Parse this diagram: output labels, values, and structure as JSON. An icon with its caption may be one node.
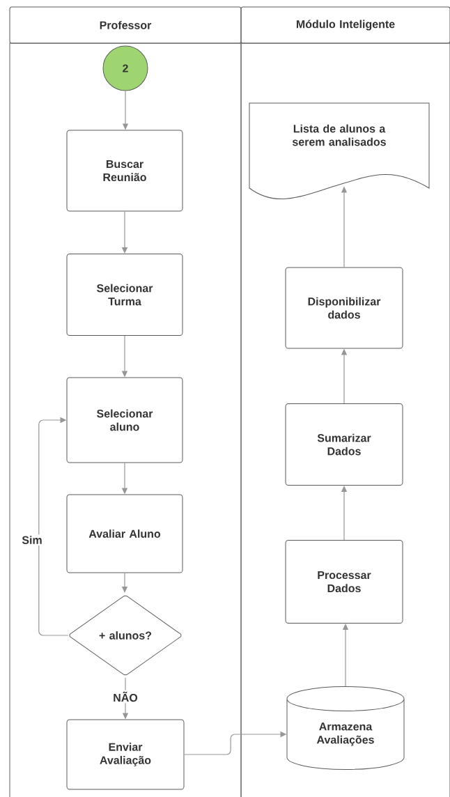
{
  "diagram": {
    "nodes": [
      {
        "text": [
          "Professor"
        ]
      },
      {
        "text": [
          "Módulo Inteligente"
        ]
      },
      {
        "text": [
          "2"
        ],
        "in": 0
      },
      {
        "text": [
          "Buscar Reunião"
        ],
        "in": 0
      },
      {
        "text": [
          "Selecionar Turma"
        ],
        "in": 0
      },
      {
        "text": [
          "Selecionar aluno"
        ],
        "in": 0
      },
      {
        "text": [
          "Avaliar Aluno"
        ],
        "in": 0
      },
      {
        "text": [
          "+ alunos?"
        ],
        "in": 0
      },
      {
        "text": [
          "Enviar Avaliação"
        ],
        "in": 0
      },
      {
        "text": [
          "Lista de alunos a serem analisados"
        ],
        "in": 1
      },
      {
        "text": [
          "Disponibilizar dados"
        ],
        "in": 1
      },
      {
        "text": [
          "Sumarizar Dados"
        ],
        "in": 1
      },
      {
        "text": [
          "Processar Dados"
        ],
        "in": 1
      },
      {
        "text": [
          "Armazena Avaliações"
        ],
        "in": 1
      }
    ],
    "edges": [
      {
        "from": 2,
        "to": 3,
        "arrow": "to"
      },
      {
        "from": 3,
        "to": 4,
        "arrow": "to"
      },
      {
        "from": 4,
        "to": 5,
        "arrow": "to"
      },
      {
        "from": 5,
        "to": 6,
        "arrow": "to"
      },
      {
        "from": 6,
        "to": 7,
        "arrow": "to"
      },
      {
        "from": 7,
        "to": 5,
        "arrow": "to",
        "label": "Sim"
      },
      {
        "from": 7,
        "to": 8,
        "arrow": "to",
        "label": "NÃO"
      },
      {
        "from": 8,
        "to": 13,
        "arrow": "to"
      },
      {
        "from": 13,
        "to": 12,
        "arrow": "to"
      },
      {
        "from": 12,
        "to": 11,
        "arrow": "to"
      },
      {
        "from": 11,
        "to": 10,
        "arrow": "to"
      },
      {
        "from": 10,
        "to": 9,
        "arrow": "to"
      }
    ]
  }
}
